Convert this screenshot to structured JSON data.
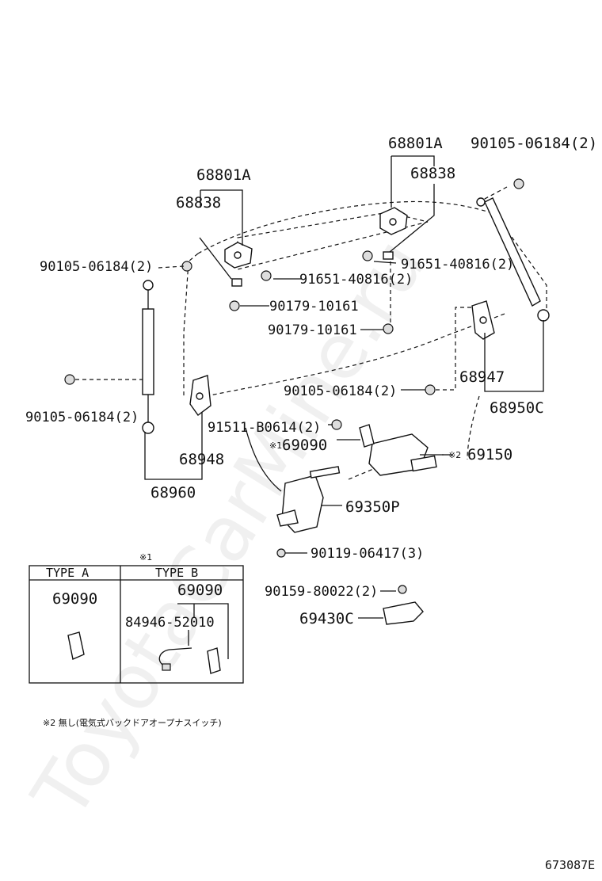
{
  "watermark": "ToyotaCarMine.ru",
  "diagram_id": "673087E",
  "callouts": {
    "c_68801A_left": "68801A",
    "c_68838_left": "68838",
    "c_68801A_right": "68801A",
    "c_68838_right": "68838",
    "c_90105_top_right": "90105-06184(2)",
    "c_90105_left_top": "90105-06184(2)",
    "c_91651_left": "91651-40816(2)",
    "c_91651_right": "91651-40816(2)",
    "c_90179_a": "90179-10161",
    "c_90179_b": "90179-10161",
    "c_68947": "68947",
    "c_90105_center": "90105-06184(2)",
    "c_68950C": "68950C",
    "c_90105_left_bottom": "90105-06184(2)",
    "c_91511": "91511-B0614(2)",
    "c_69090_mark": "※1",
    "c_69090": "69090",
    "c_69150_mark": "※2",
    "c_69150": "69150",
    "c_68948": "68948",
    "c_68960": "68960",
    "c_69350P": "69350P",
    "c_90119": "90119-06417(3)",
    "c_90159": "90159-80022(2)",
    "c_69430C": "69430C"
  },
  "type_table": {
    "caption": "※1",
    "col_a_header": "TYPE A",
    "col_b_header": "TYPE B",
    "col_a_part": "69090",
    "col_b_part": "69090",
    "col_b_sub": "84946-52010"
  },
  "footnote": "※2 無し(電気式バックドアオープナスイッチ)"
}
